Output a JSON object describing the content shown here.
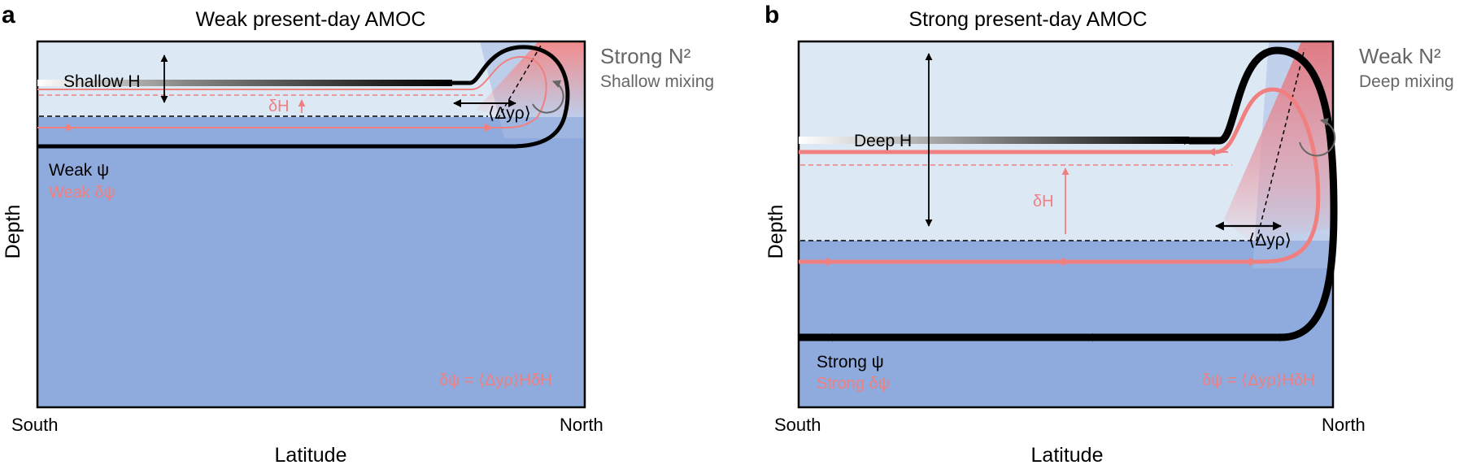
{
  "panel_a": {
    "letter": "a",
    "title": "Weak present-day AMOC",
    "label_h": "Shallow H",
    "label_dh": "δH",
    "label_rho": "⟨Δyρ⟩",
    "label_psi": "Weak ψ",
    "label_dpsi": "Weak δψ",
    "equation": "δψ = ⟨Δyρ⟩HδH",
    "side_title": "Strong N²",
    "side_sub": "Shallow mixing",
    "south": "South",
    "north": "North",
    "xlabel": "Latitude",
    "ylabel": "Depth"
  },
  "panel_b": {
    "letter": "b",
    "title": "Strong present-day AMOC",
    "label_h": "Deep H",
    "label_dh": "δH",
    "label_rho": "⟨Δyρ⟩",
    "label_psi": "Strong ψ",
    "label_dpsi": "Strong δψ",
    "equation": "δψ = ⟨Δyρ⟩HδH",
    "side_title": "Weak N²",
    "side_sub": "Deep mixing",
    "south": "South",
    "north": "North",
    "xlabel": "Latitude",
    "ylabel": "Depth"
  },
  "colors": {
    "upper_layer": "#dde8f5",
    "deep_layer": "#8faadc",
    "warm": "#f08080",
    "flow": "#000000"
  }
}
